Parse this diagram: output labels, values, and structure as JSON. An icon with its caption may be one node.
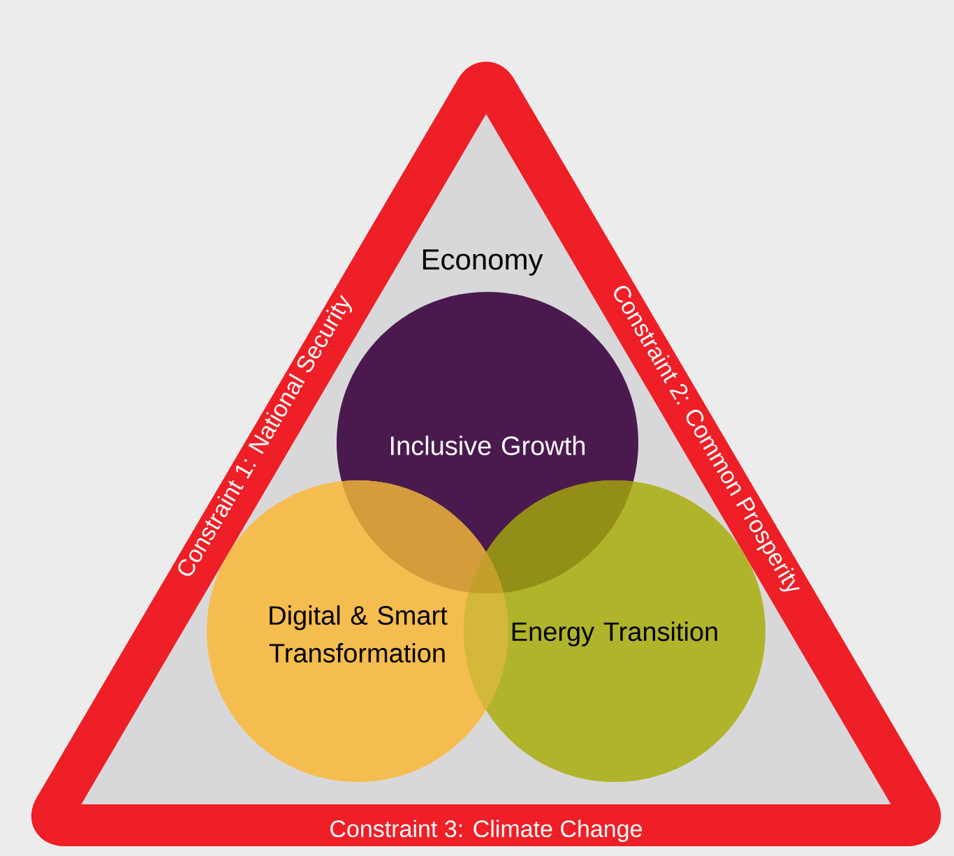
{
  "diagram": {
    "nodes": [
      {
        "text": [
          "Economy"
        ]
      },
      {
        "text": [
          "Inclusive Growth"
        ],
        "in": 0
      },
      {
        "text": [
          "Digital & Smart Transformation"
        ],
        "in": 0
      },
      {
        "text": [
          "Energy Transition"
        ],
        "in": 0
      }
    ],
    "labels": [
      "Constraint 1: National Security",
      "Constraint 2: Common Prosperity",
      "Constraint 3: Climate Change"
    ]
  }
}
